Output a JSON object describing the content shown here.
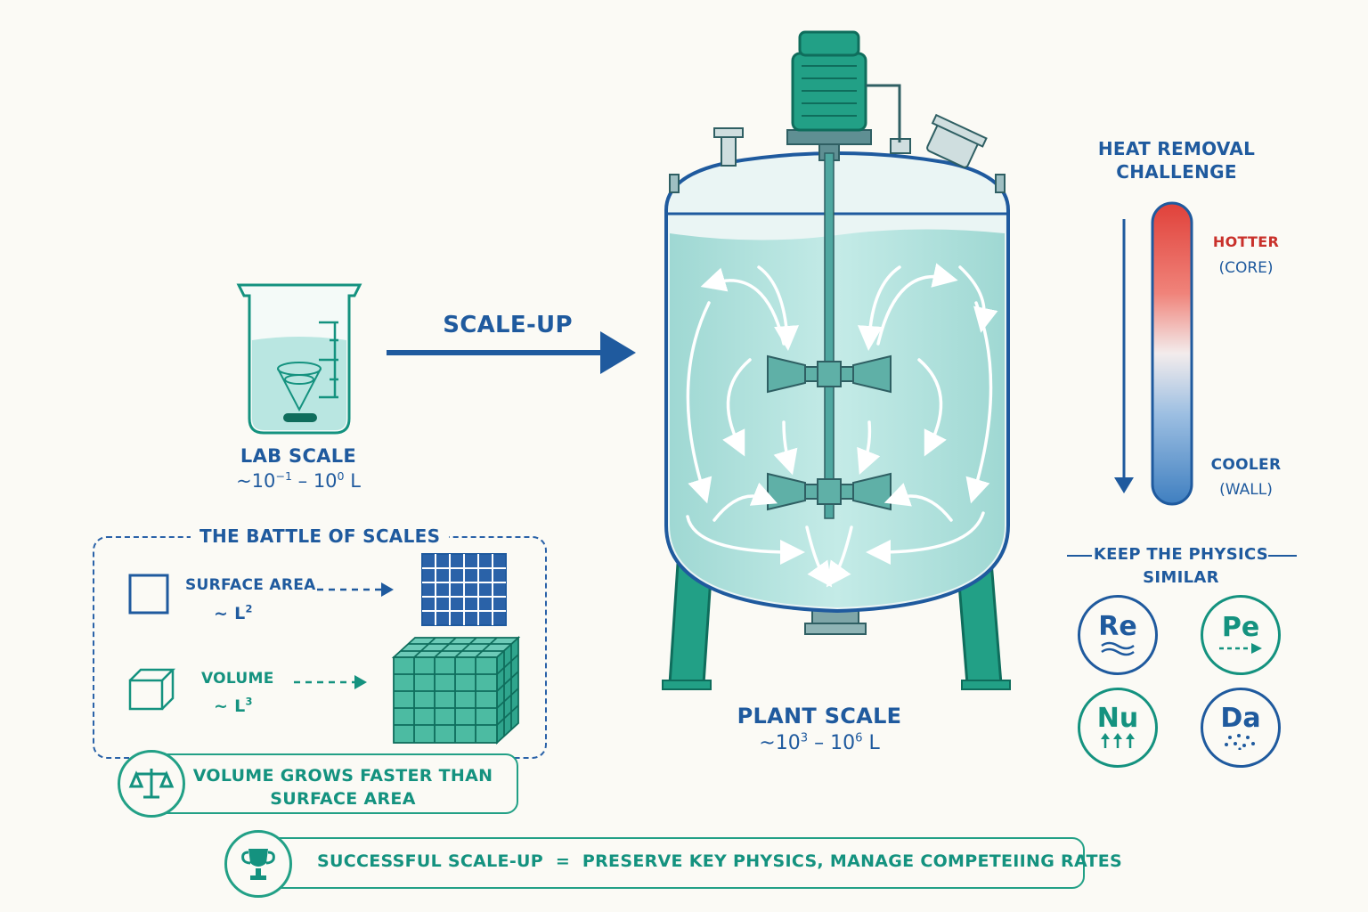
{
  "scale_up_label": "SCALE-UP",
  "lab": {
    "title": "LAB SCALE",
    "range_prefix": "~10",
    "range_exp1": "−1",
    "range_mid": " – 10",
    "range_exp2": "0",
    "range_unit": " L"
  },
  "plant": {
    "title": "PLANT SCALE",
    "range_prefix": "~10",
    "range_exp1": "3",
    "range_mid": " – 10",
    "range_exp2": "6",
    "range_unit": " L"
  },
  "battle": {
    "title": "THE BATTLE OF SCALES",
    "surface_label": "SURFACE AREA",
    "surface_scaling": "~ L",
    "surface_exp": "2",
    "volume_label": "VOLUME",
    "volume_scaling": "~ L",
    "volume_exp": "3"
  },
  "volume_note": {
    "line1": "VOLUME GROWS FASTER THAN",
    "line2": "SURFACE AREA"
  },
  "heat": {
    "title_line1": "HEAT REMOVAL",
    "title_line2": "CHALLENGE",
    "hot_label": "HOTTER",
    "hot_sub": "(CORE)",
    "cool_label": "COOLER",
    "cool_sub": "(WALL)"
  },
  "physics": {
    "title_line1": "KEEP THE PHYSICS",
    "title_line2": "SIMILAR",
    "numbers": [
      {
        "symbol": "Re",
        "icon": "wave-icon",
        "color": "#1f5a9e"
      },
      {
        "symbol": "Pe",
        "icon": "dashed-arrow-icon",
        "color": "#14927f"
      },
      {
        "symbol": "Nu",
        "icon": "up-arrows-icon",
        "color": "#14927f"
      },
      {
        "symbol": "Da",
        "icon": "dots-icon",
        "color": "#1f5a9e"
      }
    ]
  },
  "footer": {
    "left": "SUCCESSFUL SCALE-UP",
    "equals": "=",
    "right": "PRESERVE KEY PHYSICS, MANAGE COMPETEIING RATES"
  },
  "colors": {
    "blue": "#1f5a9e",
    "teal": "#14927f",
    "liquid": "#aee0dc",
    "hot": "#e0413a",
    "cool": "#4a86c5"
  }
}
